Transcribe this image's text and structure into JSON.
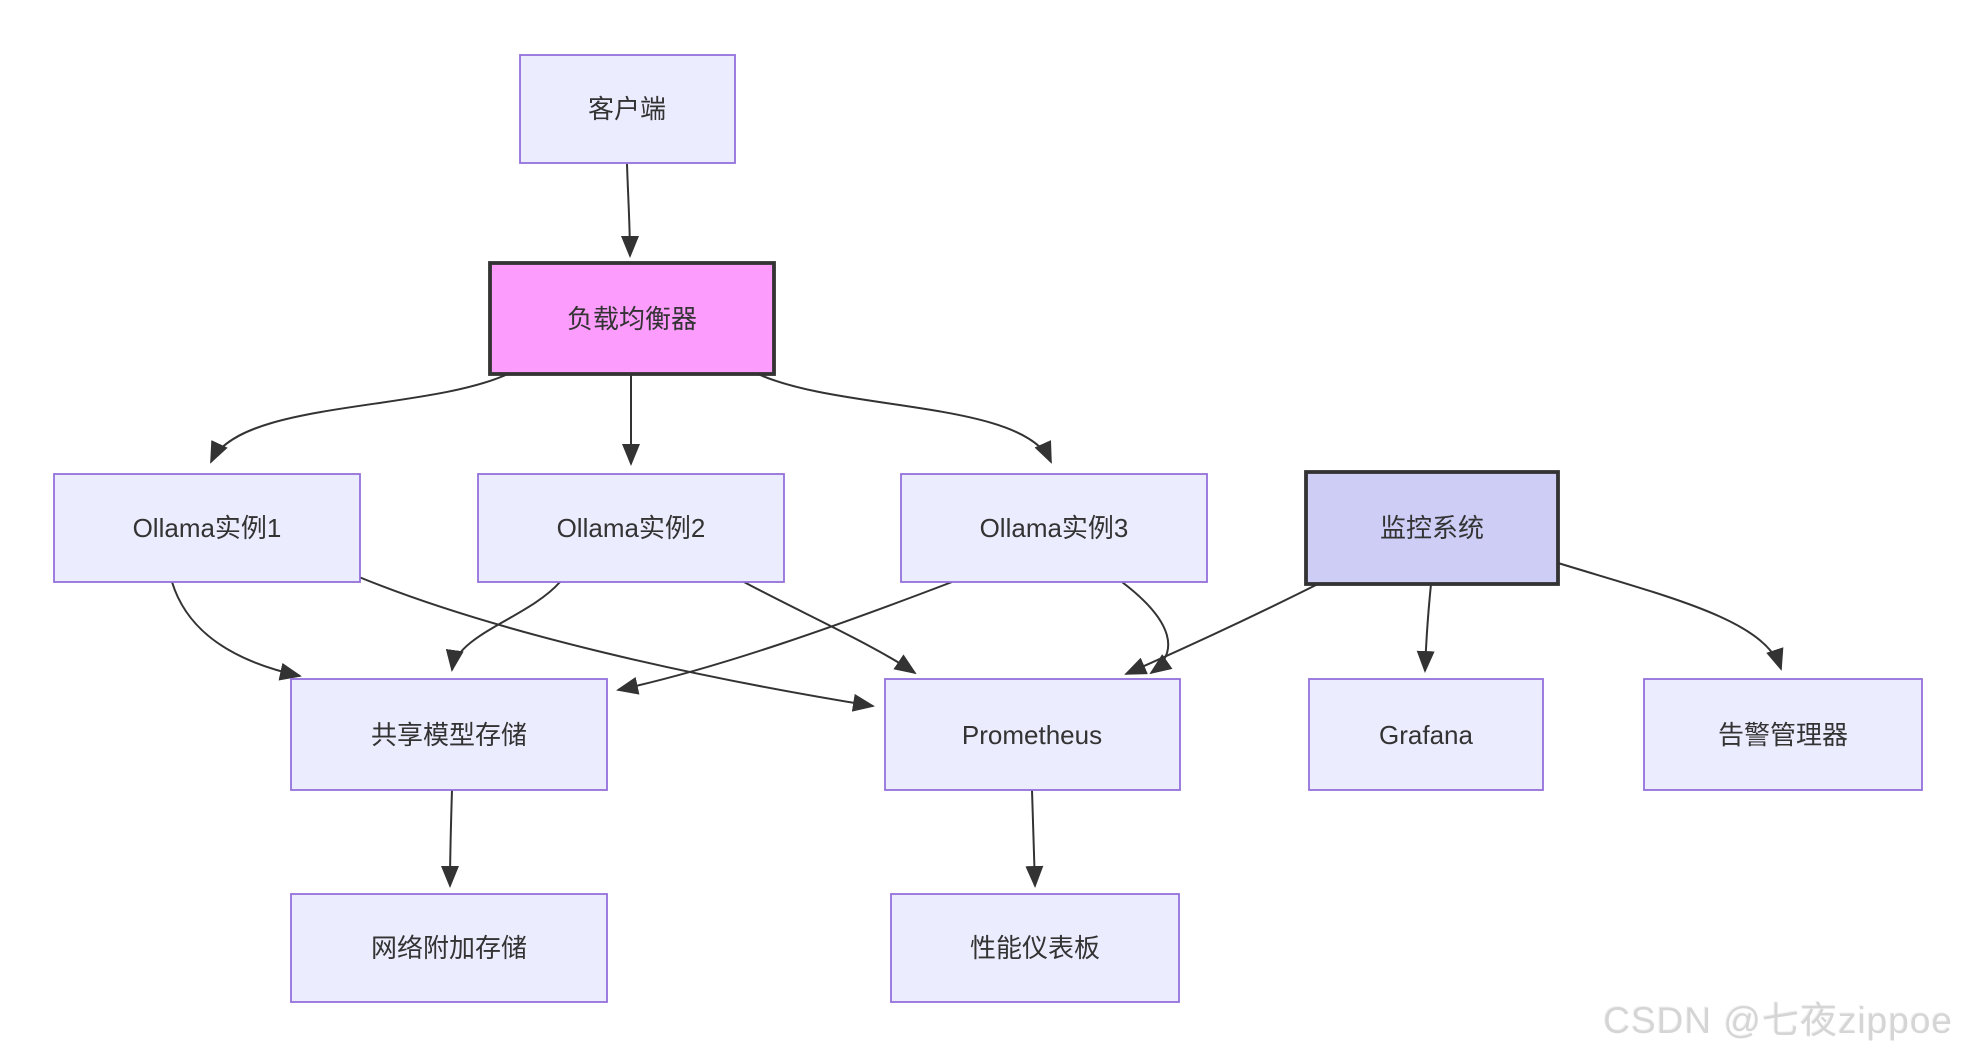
{
  "diagram": {
    "type": "flowchart",
    "direction": "top-down",
    "nodes": {
      "client": {
        "label": "客户端",
        "style": "default"
      },
      "load_balancer": {
        "label": "负载均衡器",
        "style": "highlight-pink"
      },
      "ollama1": {
        "label": "Ollama实例1",
        "style": "default"
      },
      "ollama2": {
        "label": "Ollama实例2",
        "style": "default"
      },
      "ollama3": {
        "label": "Ollama实例3",
        "style": "default"
      },
      "monitor": {
        "label": "监控系统",
        "style": "highlight-purple"
      },
      "shared_storage": {
        "label": "共享模型存储",
        "style": "default"
      },
      "prometheus": {
        "label": "Prometheus",
        "style": "default"
      },
      "grafana": {
        "label": "Grafana",
        "style": "default"
      },
      "alert_manager": {
        "label": "告警管理器",
        "style": "default"
      },
      "nas": {
        "label": "网络附加存储",
        "style": "default"
      },
      "dashboard": {
        "label": "性能仪表板",
        "style": "default"
      }
    },
    "edges": [
      {
        "from": "客户端",
        "to": "负载均衡器"
      },
      {
        "from": "负载均衡器",
        "to": "Ollama实例1"
      },
      {
        "from": "负载均衡器",
        "to": "Ollama实例2"
      },
      {
        "from": "负载均衡器",
        "to": "Ollama实例3"
      },
      {
        "from": "Ollama实例1",
        "to": "共享模型存储"
      },
      {
        "from": "Ollama实例2",
        "to": "共享模型存储"
      },
      {
        "from": "Ollama实例3",
        "to": "共享模型存储"
      },
      {
        "from": "Ollama实例1",
        "to": "Prometheus"
      },
      {
        "from": "Ollama实例2",
        "to": "Prometheus"
      },
      {
        "from": "Ollama实例3",
        "to": "Prometheus"
      },
      {
        "from": "监控系统",
        "to": "Prometheus"
      },
      {
        "from": "监控系统",
        "to": "Grafana"
      },
      {
        "from": "监控系统",
        "to": "告警管理器"
      },
      {
        "from": "共享模型存储",
        "to": "网络附加存储"
      },
      {
        "from": "Prometheus",
        "to": "性能仪表板"
      }
    ],
    "colors": {
      "node_fill": "#ECECFF",
      "node_border": "#9370DB",
      "highlight_fill": "#FC9CFC",
      "highlight_border": "#333333",
      "monitor_fill": "#CDCDF6",
      "monitor_border": "#333333",
      "edge_color": "#333333",
      "text_color": "#333333",
      "background": "#FFFFFF"
    }
  },
  "watermark": {
    "text": "CSDN @七夜zippoe",
    "color": "#D5D5D5"
  }
}
